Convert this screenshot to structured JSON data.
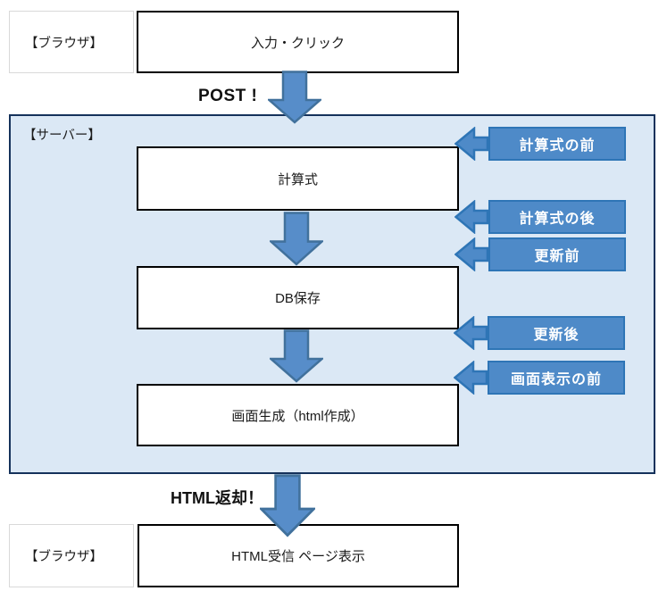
{
  "colors": {
    "server_bg": "#DBE8F5",
    "server_border": "#15325B",
    "flow_arrow_fill": "#578DC9",
    "flow_arrow_stroke": "#41719C",
    "callout_fill": "#4E8AC8",
    "callout_border": "#2E75B6",
    "callout_text": "#FFFFFF",
    "step_box_border": "#000000",
    "lane_box_border": "#D9D9D9"
  },
  "browser_top": {
    "lane_label": "【ブラウザ】",
    "step": "入力・クリック"
  },
  "request": {
    "label": "POST !"
  },
  "server": {
    "lane_label": "【サーバー】",
    "steps": [
      {
        "label": "計算式"
      },
      {
        "label": "DB保存"
      },
      {
        "label": "画面生成（html作成）"
      }
    ]
  },
  "callouts": [
    {
      "label": "計算式の前"
    },
    {
      "label": "計算式の後"
    },
    {
      "label": "更新前"
    },
    {
      "label": "更新後"
    },
    {
      "label": "画面表示の前"
    }
  ],
  "response": {
    "label": "HTML返却！"
  },
  "browser_bottom": {
    "lane_label": "【ブラウザ】",
    "step": "HTML受信 ページ表示"
  }
}
